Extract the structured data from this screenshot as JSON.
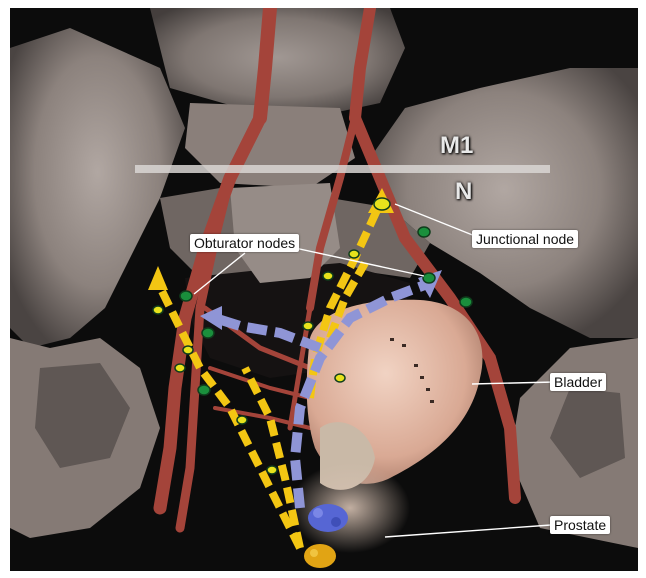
{
  "figure": {
    "level_labels": {
      "upper": "M1",
      "lower": "N"
    },
    "labels": {
      "obturator": "Obturator nodes",
      "junctional": "Junctional node",
      "bladder": "Bladder",
      "prostate": "Prostate"
    },
    "colors": {
      "background": "#0b0b0b",
      "bone": "#8f8580",
      "vessel": "#a4443a",
      "bladder": "#e2b9a6",
      "yellow_pathway": "#f3c613",
      "blue_pathway": "#8f95d6",
      "green_node": "#1a8f3c",
      "yellow_node": "#e7e21c",
      "prostate_blue": "#5666d4",
      "prostate_yellow": "#e1a414"
    }
  }
}
